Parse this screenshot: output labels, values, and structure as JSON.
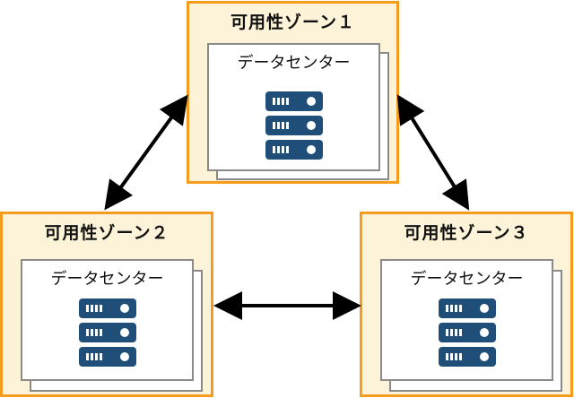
{
  "zones": [
    {
      "title": "可用性ゾーン１",
      "datacenter_label": "データセンター"
    },
    {
      "title": "可用性ゾーン２",
      "datacenter_label": "データセンター"
    },
    {
      "title": "可用性ゾーン３",
      "datacenter_label": "データセンター"
    }
  ],
  "colors": {
    "zone_border": "#f59b1e",
    "zone_fill": "#fdf3d8",
    "server": "#1f4e79",
    "card_border": "#8a8a8a",
    "arrow": "#000000"
  },
  "icons": {
    "server": "server-rack-icon"
  }
}
